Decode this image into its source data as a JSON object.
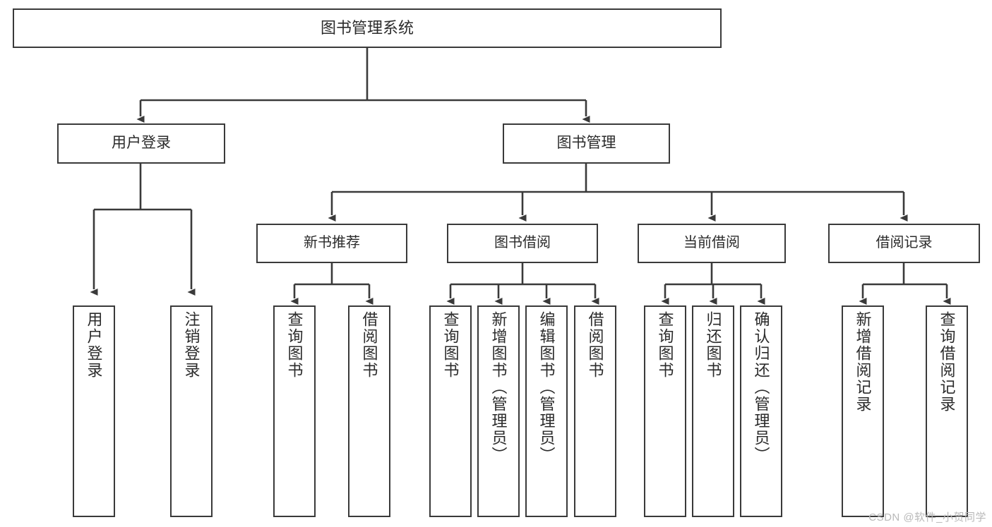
{
  "diagram": {
    "title": "图书管理系统",
    "watermark": "CSDN @软件_小贺同学",
    "colors": {
      "border": "#3a3a3a",
      "text": "#2b2b2b",
      "background": "#ffffff",
      "watermark": "#b9b9b9"
    },
    "root": {
      "label": "图书管理系统"
    },
    "level1": [
      {
        "label": "用户登录"
      },
      {
        "label": "图书管理"
      }
    ],
    "level2": [
      {
        "label": "新书推荐"
      },
      {
        "label": "图书借阅"
      },
      {
        "label": "当前借阅"
      },
      {
        "label": "借阅记录"
      }
    ],
    "leaves": {
      "user_login": [
        {
          "label": "用户登录"
        },
        {
          "label": "注销登录"
        }
      ],
      "new_book": [
        {
          "label": "查询图书"
        },
        {
          "label": "借阅图书"
        }
      ],
      "book_borrow": [
        {
          "label": "查询图书"
        },
        {
          "label": "新增图书（管理员）"
        },
        {
          "label": "编辑图书（管理员）"
        },
        {
          "label": "借阅图书"
        }
      ],
      "current_borrow": [
        {
          "label": "查询图书"
        },
        {
          "label": "归还图书"
        },
        {
          "label": "确认归还（管理员）"
        }
      ],
      "borrow_record": [
        {
          "label": "新增借阅记录"
        },
        {
          "label": "查询借阅记录"
        }
      ]
    }
  }
}
